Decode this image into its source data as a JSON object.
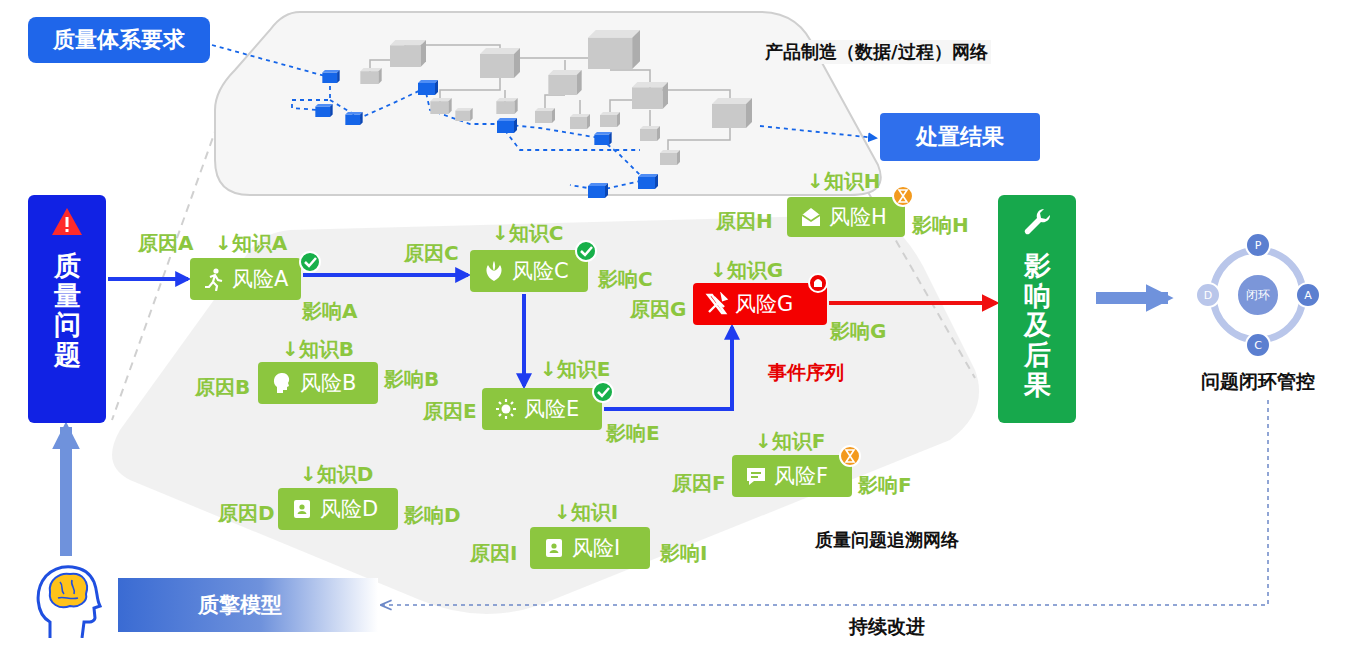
{
  "diagram": {
    "nodes": [
      {
        "text": [
          "质量体系要求"
        ]
      },
      {
        "text": [
          "处置结果"
        ]
      },
      {
        "text": [
          "质量问题"
        ]
      },
      {
        "text": [
          "风险H",
          "原因H",
          "↓知识H",
          "影响H"
        ]
      },
      {
        "text": [
          "风险C",
          "原因C",
          "↓知识C",
          "影响C"
        ]
      },
      {
        "text": [
          "风险A",
          "原因A",
          "↓知识A",
          "影响A"
        ]
      },
      {
        "text": [
          "风险G",
          "原因G",
          "↓知识G",
          "影响G"
        ]
      },
      {
        "text": [
          "风险B",
          "原因B",
          "↓知识B",
          "影响B"
        ]
      },
      {
        "text": [
          "风险E",
          "原因E",
          "↓知识E",
          "影响E"
        ]
      },
      {
        "text": [
          "风险F",
          "原因F",
          "↓知识F",
          "影响F"
        ]
      },
      {
        "text": [
          "风险D",
          "原因D",
          "↓知识D",
          "影响D"
        ]
      },
      {
        "text": [
          "风险I",
          "原因I",
          "↓知识I",
          "影响I"
        ]
      },
      {
        "text": [
          "影响及后果"
        ]
      },
      {
        "text": [
          "问题闭环管控"
        ]
      },
      {
        "text": [
          "闭环"
        ],
        "in": 13
      },
      {
        "text": [
          "P"
        ],
        "in": 13
      },
      {
        "text": [
          "A"
        ],
        "in": 13
      },
      {
        "text": [
          "C"
        ],
        "in": 13
      },
      {
        "text": [
          "D"
        ],
        "in": 13
      },
      {
        "text": [
          "质擎模型"
        ]
      }
    ],
    "edges": [
      {
        "from": 2,
        "to": 5,
        "arrow": "to"
      },
      {
        "from": 5,
        "to": 4,
        "arrow": "to"
      },
      {
        "from": 4,
        "to": 8,
        "arrow": "to"
      },
      {
        "from": 8,
        "to": 6,
        "arrow": "to"
      },
      {
        "from": 6,
        "to": 12,
        "arrow": "to"
      },
      {
        "from": 12,
        "to": 13,
        "arrow": "to"
      },
      {
        "from": 13,
        "to": 19,
        "arrow": "to"
      },
      {
        "from": 19,
        "to": 2,
        "arrow": "to"
      }
    ],
    "labels": [
      "产品制造（数据/过程）网络",
      "事件序列",
      "质量问题追溯网络",
      "持续改进"
    ]
  }
}
